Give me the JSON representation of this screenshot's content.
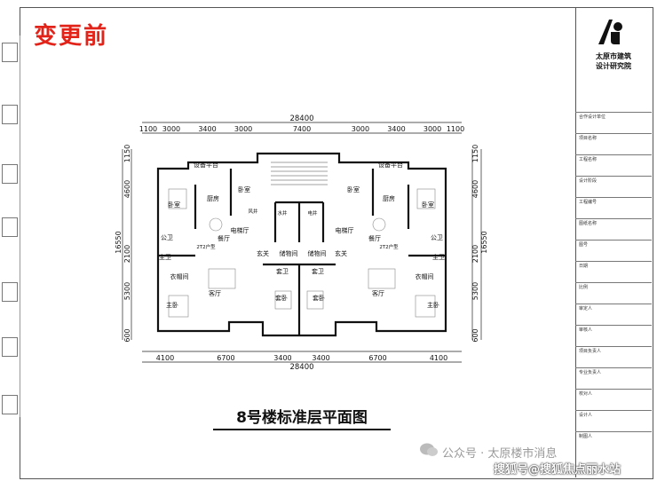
{
  "header": {
    "label": "变更前"
  },
  "title_block": {
    "org_line1": "太原市建筑",
    "org_line2": "设计研究院",
    "rows": [
      "合作设计单位",
      "项目名称",
      "工程名称",
      "设计阶段",
      "工程编号",
      "图纸名称",
      "图号",
      "日期",
      "比例",
      "审定人",
      "审核人",
      "项目负责人",
      "专业负责人",
      "校对人",
      "设计人",
      "制图人"
    ]
  },
  "plan": {
    "title": "8号楼标准层平面图",
    "total_width": "28400",
    "top_dims": [
      "1100",
      "3000",
      "3400",
      "3000",
      "7400",
      "3000",
      "3400",
      "3000",
      "1100"
    ],
    "bottom_dims": [
      "4100",
      "6700",
      "3400",
      "3400",
      "6700",
      "4100"
    ],
    "left_dims": [
      "1150",
      "4600",
      "16550",
      "2100",
      "5300",
      "600"
    ],
    "right_dims": [
      "1150",
      "4600",
      "16550",
      "2100",
      "5300",
      "600"
    ],
    "rooms": {
      "equip": "设备平台",
      "kitchen": "厨房",
      "bedroom": "卧室",
      "dining": "餐厅",
      "public_wc": "公卫",
      "master_wc": "主卫",
      "closet": "衣帽间",
      "living": "客厅",
      "master": "主卧",
      "elevator_hall": "电梯厅",
      "storage": "储物间",
      "foyer": "玄关",
      "suite_wc": "套卫",
      "suite": "套卧",
      "wind": "风井",
      "water": "水井",
      "elec": "电井",
      "unit_l": "2T2户型",
      "unit_r": "2T2户型"
    }
  },
  "watermark": {
    "text": "公众号 · 太原楼市消息",
    "overlay": "搜狐号@搜狐焦点丽水站"
  }
}
